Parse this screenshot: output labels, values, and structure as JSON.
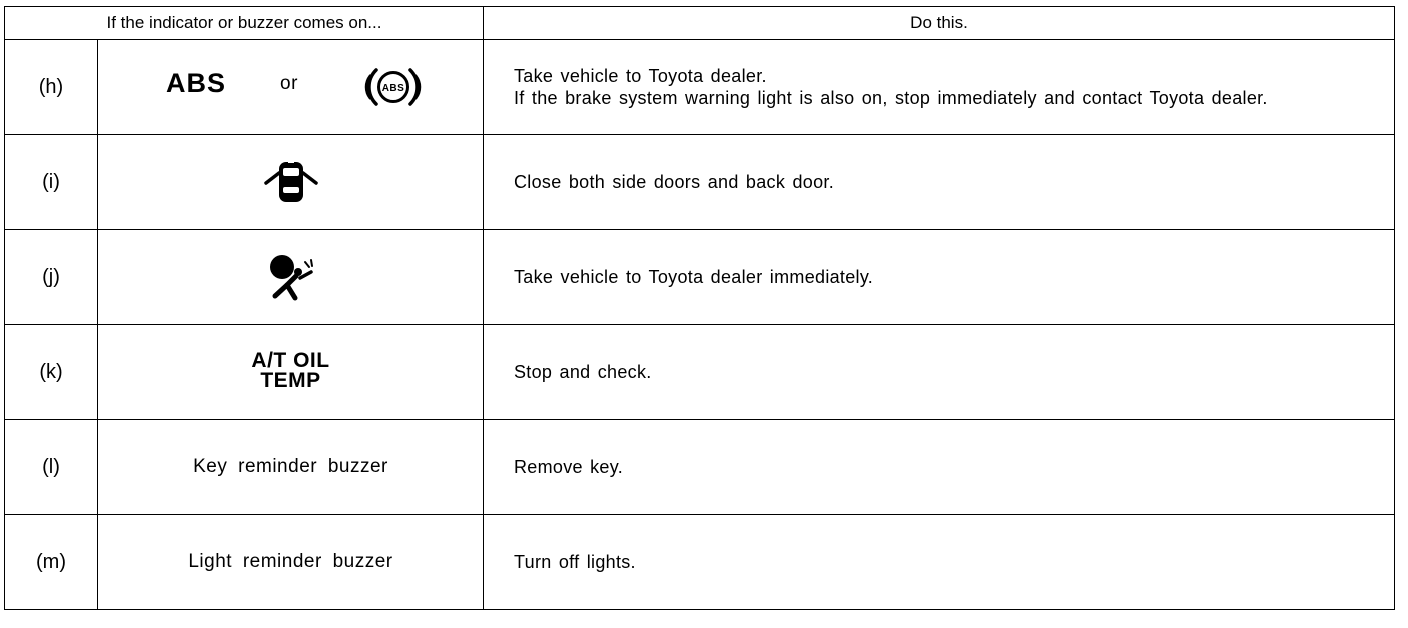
{
  "header": {
    "indicator": "If the indicator or buzzer comes on...",
    "action": "Do this."
  },
  "rows": [
    {
      "letter": "(h)",
      "indicator_text": "ABS",
      "indicator_or": "or",
      "indicator_icon": "abs-circle-icon",
      "action_lines": [
        "Take vehicle to Toyota dealer.",
        "If the brake system warning light is also on, stop immediately and contact Toyota dealer."
      ]
    },
    {
      "letter": "(i)",
      "indicator_icon": "door-open-icon",
      "action": "Close both side doors and back door."
    },
    {
      "letter": "(j)",
      "indicator_icon": "airbag-icon",
      "action": "Take vehicle to Toyota dealer immediately."
    },
    {
      "letter": "(k)",
      "indicator_line1": "A/T OIL",
      "indicator_line2": "TEMP",
      "action": "Stop and check."
    },
    {
      "letter": "(l)",
      "indicator": "Key reminder buzzer",
      "action": "Remove key."
    },
    {
      "letter": "(m)",
      "indicator": "Light reminder buzzer",
      "action": "Turn off lights."
    }
  ]
}
